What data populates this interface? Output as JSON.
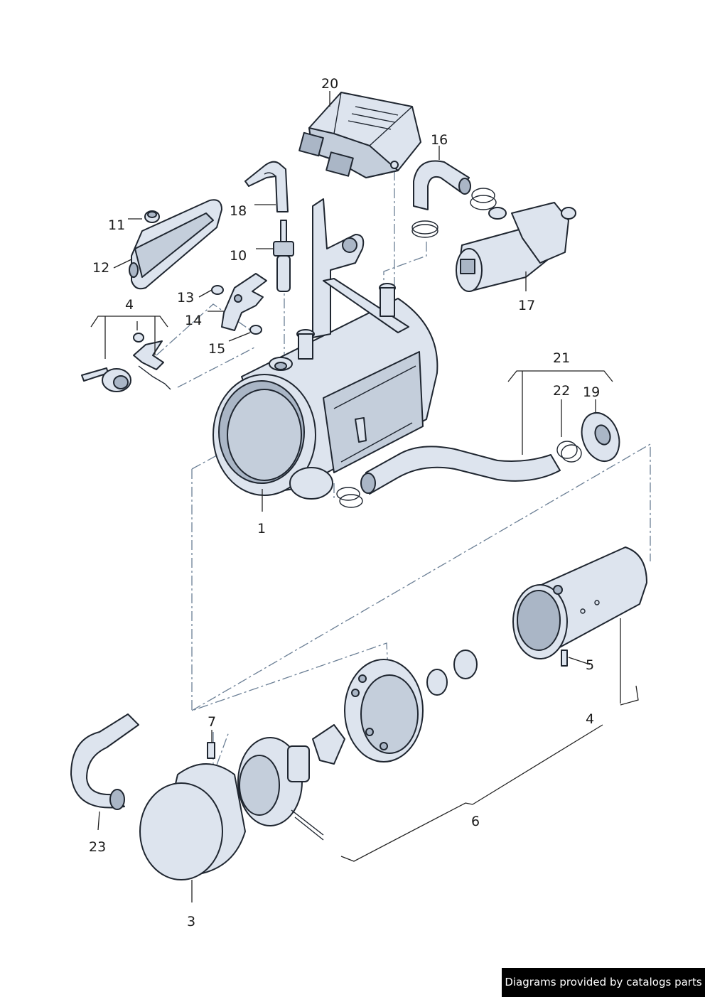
{
  "labels": {
    "p1": "1",
    "p3": "3",
    "p4a": "4",
    "p4b": "4",
    "p5": "5",
    "p6": "6",
    "p7": "7",
    "p10": "10",
    "p11": "11",
    "p12": "12",
    "p13": "13",
    "p14": "14",
    "p15": "15",
    "p16": "16",
    "p17": "17",
    "p18": "18",
    "p19": "19",
    "p20": "20",
    "p21": "21",
    "p22": "22",
    "p23": "23"
  },
  "credit": "Diagrams provided by catalogs parts",
  "colors": {
    "part_fill": "#dde4ee",
    "part_shade": "#aab6c6",
    "outline": "#1f2630",
    "dash_line": "#6b7f95"
  }
}
